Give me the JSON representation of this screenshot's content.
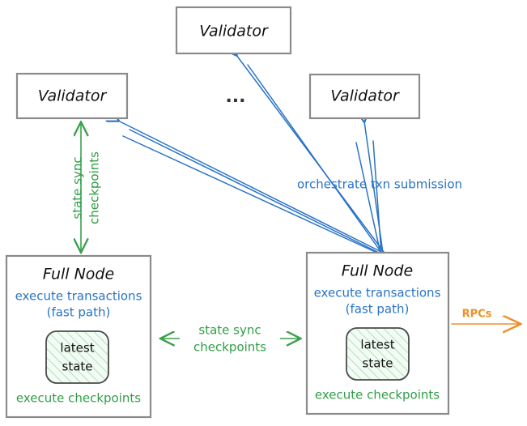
{
  "diagram": {
    "title": "Sui network architecture: validators and full nodes",
    "colors": {
      "blue": "#2973c6",
      "green": "#2e9e44",
      "orange": "#ef8f25",
      "box_border": "#8b8b8b",
      "inner_border": "#4a4a4a",
      "text": "#111111",
      "background": "#ffffff"
    },
    "validators": [
      {
        "id": "validator-top",
        "label": "Validator"
      },
      {
        "id": "validator-left",
        "label": "Validator"
      },
      {
        "id": "validator-right",
        "label": "Validator"
      }
    ],
    "ellipsis": "...",
    "full_nodes": [
      {
        "id": "full-node-left",
        "title": "Full Node",
        "blue_line_1": "execute transactions",
        "blue_line_2": "(fast path)",
        "inner_line_1": "latest",
        "inner_line_2": "state",
        "green_line": "execute checkpoints"
      },
      {
        "id": "full-node-right",
        "title": "Full Node",
        "blue_line_1": "execute transactions",
        "blue_line_2": "(fast path)",
        "inner_line_1": "latest",
        "inner_line_2": "state",
        "green_line": "execute checkpoints"
      }
    ],
    "edge_labels": {
      "vertical_state_sync_line_1": "state sync",
      "vertical_state_sync_line_2": "checkpoints",
      "horizontal_state_sync_line_1": "state sync",
      "horizontal_state_sync_line_2": "checkpoints",
      "orchestrate": "orchestrate txn submission",
      "rpcs": "RPCs"
    }
  }
}
